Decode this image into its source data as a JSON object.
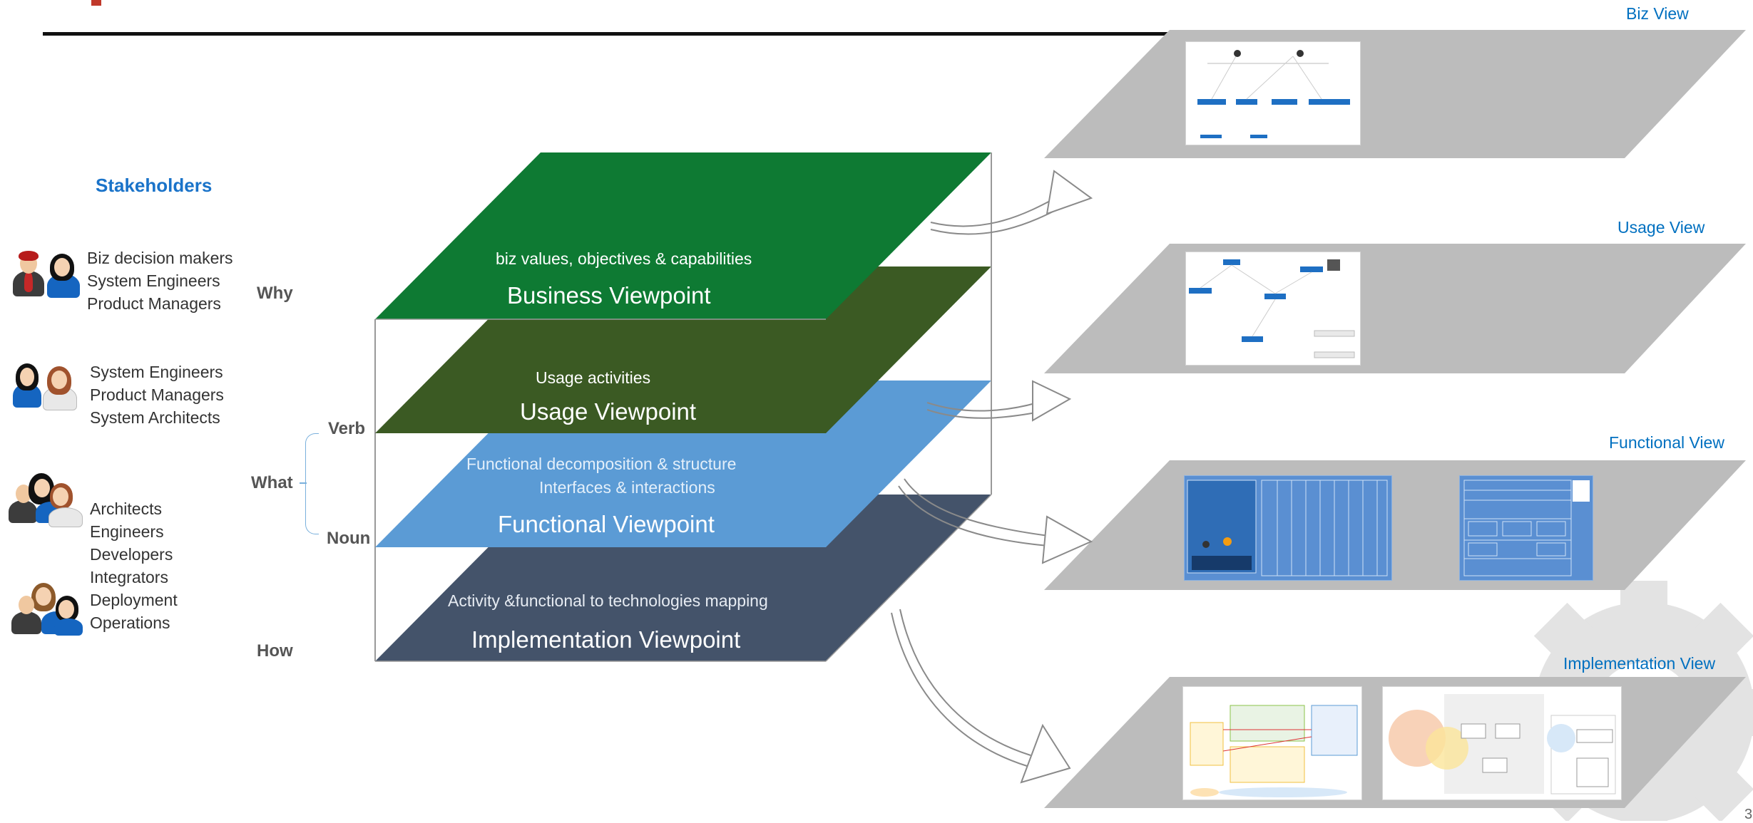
{
  "stakeholders": {
    "title": "Stakeholders",
    "groups": [
      [
        "Biz decision makers",
        "System Engineers",
        "Product Managers"
      ],
      [
        "System Engineers",
        "Product Managers",
        "System Architects"
      ],
      [
        "Architects",
        "Engineers",
        "Developers",
        "Integrators",
        "Deployment",
        "Operations"
      ]
    ]
  },
  "questions": {
    "why": "Why",
    "what": "What",
    "how": "How",
    "verb": "Verb",
    "noun": "Noun"
  },
  "layers": {
    "business": {
      "sub": "biz values, objectives & capabilities",
      "main": "Business Viewpoint",
      "color": "#0e7a33"
    },
    "usage": {
      "sub": "Usage activities",
      "main": "Usage Viewpoint",
      "color": "#3b5a23"
    },
    "functional": {
      "sub1": "Functional decomposition &  structure",
      "sub2": "Interfaces & interactions",
      "main": "Functional Viewpoint",
      "color": "#5b9bd5"
    },
    "implementation": {
      "sub": "Activity &functional to technologies mapping",
      "main": "Implementation Viewpoint",
      "color": "#44536a"
    }
  },
  "views": {
    "biz": "Biz View",
    "usage": "Usage View",
    "functional": "Functional View",
    "implementation": "Implementation View"
  },
  "colors": {
    "accent": "#0070c0",
    "plane": "#bcbcbc",
    "title": "#1a73c9"
  },
  "page_number": "3"
}
